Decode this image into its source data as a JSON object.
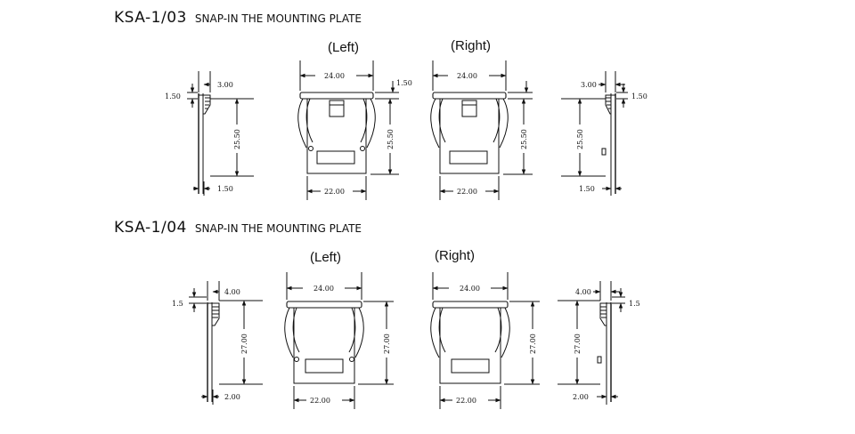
{
  "section_1": {
    "model": "KSA-1/03",
    "subtitle": "SNAP-IN THE MOUNTING PLATE",
    "left_label": "(Left)",
    "right_label": "(Right)",
    "dims": {
      "side_left_top_thk": "1.50",
      "side_left_depth": "3.00",
      "side_left_height": "25.50",
      "side_left_bottom_thk": "1.50",
      "front_left_top_width": "24.00",
      "front_left_top_thk": "1.50",
      "front_left_height": "25.50",
      "front_left_bottom_width": "22.00",
      "front_right_top_width": "24.00",
      "front_right_height": "25.50",
      "front_right_bottom_width": "22.00",
      "side_right_depth": "3.00",
      "side_right_top_thk": "1.50",
      "side_right_height": "25.50",
      "side_right_bottom_thk": "1.50"
    }
  },
  "section_2": {
    "model": "KSA-1/04",
    "subtitle": "SNAP-IN THE MOUNTING PLATE",
    "left_label": "(Left)",
    "right_label": "(Right)",
    "dims": {
      "side_left_top_thk": "1.5",
      "side_left_depth": "4.00",
      "side_left_height": "27.00",
      "side_left_bottom_thk": "2.00",
      "front_left_top_width": "24.00",
      "front_left_height": "27.00",
      "front_left_bottom_width": "22.00",
      "front_right_top_width": "24.00",
      "front_right_height": "27.00",
      "front_right_bottom_width": "22.00",
      "side_right_depth": "4.00",
      "side_right_top_thk": "1.5",
      "side_right_height": "27.00",
      "side_right_bottom_thk": "2.00"
    }
  }
}
